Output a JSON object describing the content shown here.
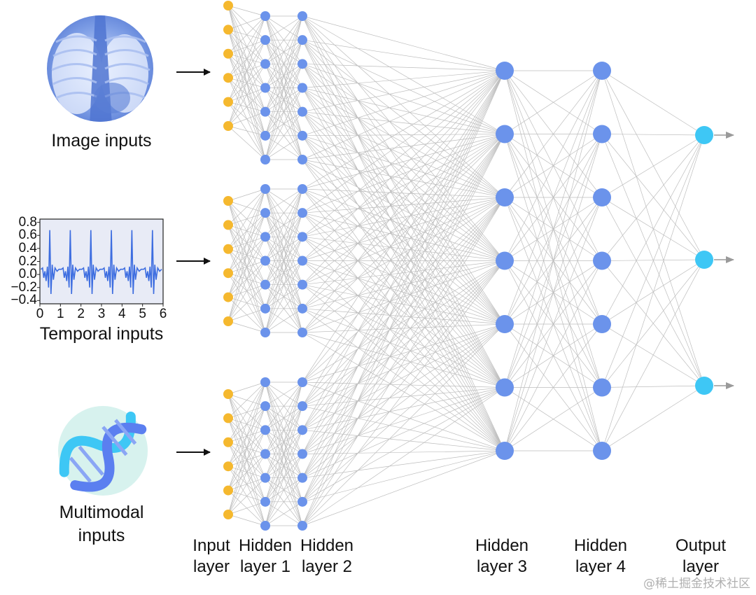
{
  "inputs": {
    "image": {
      "label": "Image inputs",
      "icon": "chest-xray-icon"
    },
    "temporal": {
      "label": "Temporal inputs",
      "icon": "ecg-signal-plot-icon",
      "y_ticks": [
        "0.8",
        "0.6",
        "0.4",
        "0.2",
        "0.0",
        "−0.2",
        "−0.4"
      ],
      "x_ticks": [
        "0",
        "1",
        "2",
        "3",
        "4",
        "5",
        "6"
      ]
    },
    "multimodal": {
      "label_line1": "Multimodal",
      "label_line2": "inputs",
      "icon": "dna-helix-icon"
    }
  },
  "layers": [
    {
      "line1": "Input",
      "line2": "layer"
    },
    {
      "line1": "Hidden",
      "line2": "layer 1"
    },
    {
      "line1": "Hidden",
      "line2": "layer 2"
    },
    {
      "line1": "Hidden",
      "line2": "layer 3"
    },
    {
      "line1": "Hidden",
      "line2": "layer 4"
    },
    {
      "line1": "Output",
      "line2": "layer"
    }
  ],
  "network": {
    "groups": 3,
    "input_nodes_per_group": 6,
    "hidden1_nodes_per_group": 7,
    "hidden2_nodes_per_group": 7,
    "hidden3_nodes": 7,
    "hidden4_nodes": 7,
    "output_nodes": 3
  },
  "colors": {
    "input_node": "#F5B82E",
    "hidden_node": "#6B93EB",
    "output_node": "#3EC7F5",
    "edge": "#BDBDBD",
    "arrow": "#111111"
  },
  "watermark": "@稀土掘金技术社区"
}
